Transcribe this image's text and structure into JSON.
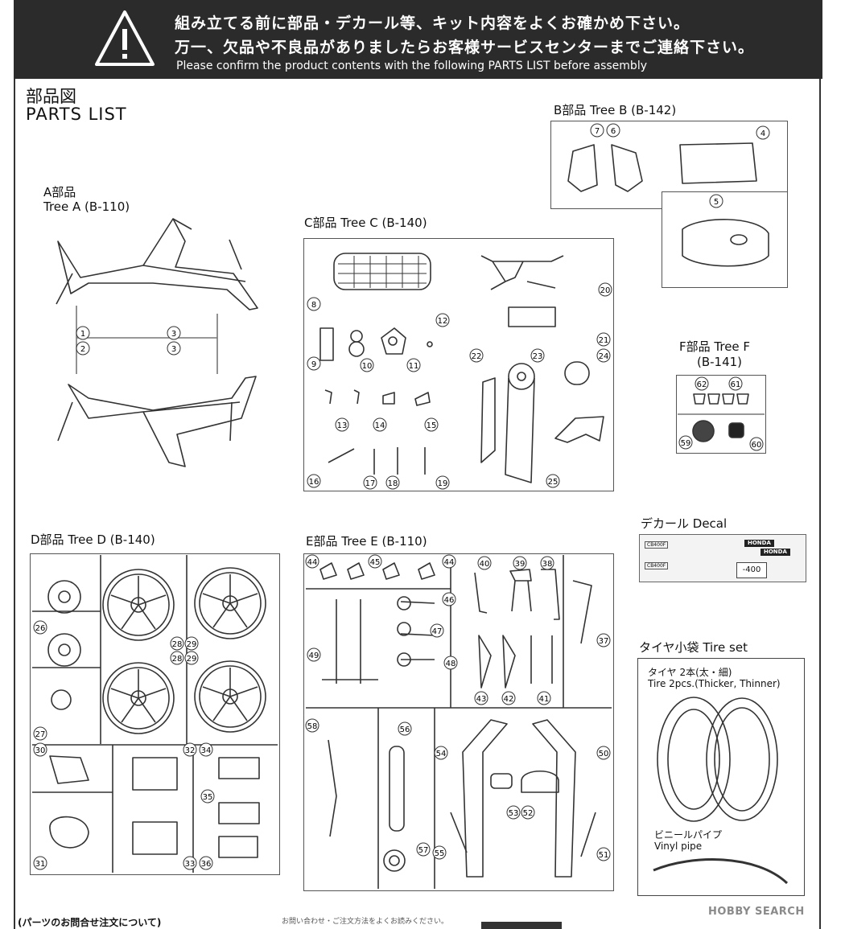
{
  "header": {
    "line1": "組み立てる前に部品・デカール等、キット内容をよくお確かめ下さい。",
    "line2": "万一、欠品や不良品がありましたらお客様サービスセンターまでご連絡下さい。",
    "line3": "Please confirm the product contents with the following PARTS LIST before assembly",
    "icon": "warning-triangle-icon"
  },
  "title": {
    "jp": "部品図",
    "en": "PARTS LIST"
  },
  "trees": {
    "a": {
      "jp": "A部品",
      "en": "Tree A (B-110)",
      "parts": [
        "1",
        "2",
        "3",
        "3"
      ]
    },
    "b": {
      "label": "B部品 Tree B (B-142)",
      "parts": [
        "7",
        "6",
        "4",
        "5"
      ]
    },
    "c": {
      "label": "C部品 Tree C (B-140)",
      "parts": [
        "8",
        "9",
        "10",
        "11",
        "12",
        "13",
        "14",
        "15",
        "16",
        "17",
        "18",
        "19",
        "20",
        "21",
        "22",
        "23",
        "24",
        "25"
      ]
    },
    "f": {
      "jp": "F部品 Tree F",
      "code": "(B-141)",
      "parts": [
        "62",
        "61",
        "59",
        "60"
      ]
    },
    "d": {
      "label": "D部品 Tree D (B-140)",
      "parts": [
        "26",
        "27",
        "28",
        "29",
        "28",
        "29",
        "30",
        "31",
        "32",
        "33",
        "34",
        "35",
        "36"
      ]
    },
    "e": {
      "label": "E部品 Tree E (B-110)",
      "parts": [
        "44",
        "45",
        "44",
        "40",
        "39",
        "38",
        "46",
        "47",
        "48",
        "49",
        "37",
        "43",
        "42",
        "41",
        "58",
        "56",
        "54",
        "50",
        "53",
        "52",
        "57",
        "55",
        "51"
      ]
    }
  },
  "decal": {
    "label": "デカール Decal",
    "brand": "HONDA",
    "model": "CB400F",
    "plate": "-400"
  },
  "tire_set": {
    "label": "タイヤ小袋 Tire set",
    "tire_jp": "タイヤ 2本(太・細)",
    "tire_en": "Tire 2pcs.(Thicker, Thinner)",
    "pipe_jp": "ビニールパイプ",
    "pipe_en": "Vinyl pipe"
  },
  "footer": {
    "left": "(パーツのお問合せ注文について)",
    "middle": "お問い合わせ・ご注文方法をよくお読みください。"
  },
  "watermark": "HOBBY SEARCH"
}
